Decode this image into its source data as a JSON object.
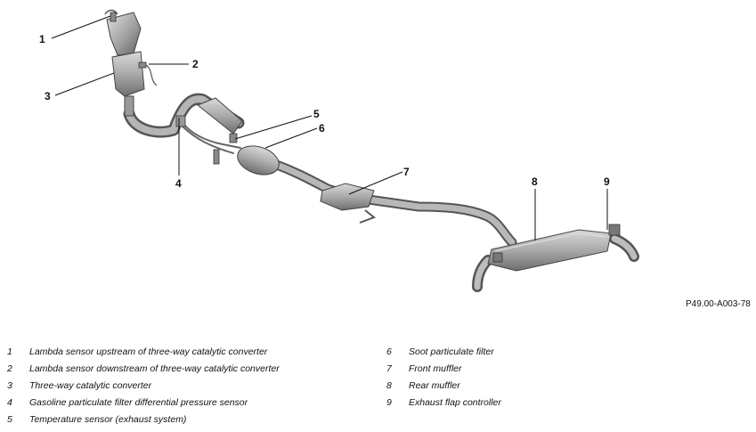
{
  "figure_ref": "P49.00-A003-78",
  "callouts": [
    "1",
    "2",
    "3",
    "4",
    "5",
    "6",
    "7",
    "8",
    "9"
  ],
  "legend": [
    {
      "num": "1",
      "text": "Lambda sensor upstream of three-way catalytic converter"
    },
    {
      "num": "2",
      "text": "Lambda sensor downstream of three-way catalytic converter"
    },
    {
      "num": "3",
      "text": "Three-way catalytic converter"
    },
    {
      "num": "4",
      "text": "Gasoline particulate filter differential pressure sensor"
    },
    {
      "num": "5",
      "text": "Temperature sensor (exhaust system)"
    },
    {
      "num": "6",
      "text": "Soot particulate filter"
    },
    {
      "num": "7",
      "text": "Front muffler"
    },
    {
      "num": "8",
      "text": "Rear muffler"
    },
    {
      "num": "9",
      "text": "Exhaust flap controller"
    }
  ]
}
